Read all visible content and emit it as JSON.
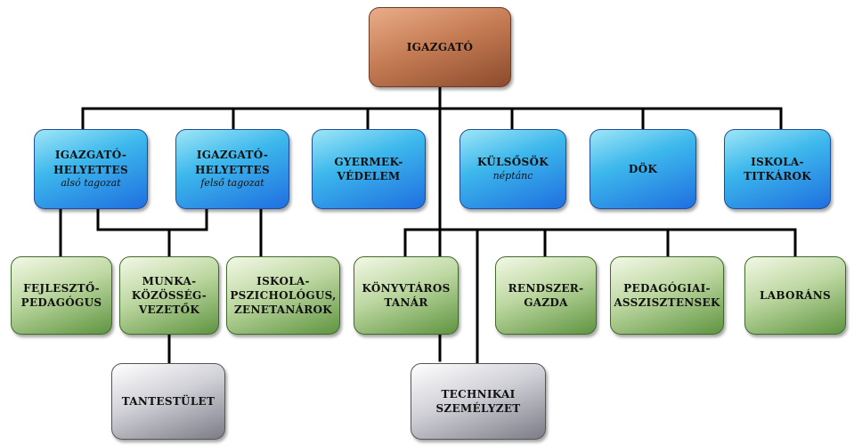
{
  "nodes": {
    "igazgato": {
      "lines": [
        "IGAZGATÓ"
      ]
    },
    "helyettes_also": {
      "lines": [
        "IGAZGATÓ-",
        "HELYETTES"
      ],
      "sub": "alsó tagozat"
    },
    "helyettes_felso": {
      "lines": [
        "IGAZGATÓ-",
        "HELYETTES"
      ],
      "sub": "felső tagozat"
    },
    "gyermekvedelem": {
      "lines": [
        "GYERMEK-",
        "VÉDELEM"
      ]
    },
    "kulsosok": {
      "lines": [
        "KÜLSŐSÖK"
      ],
      "sub": "néptánc"
    },
    "dok": {
      "lines": [
        "DÖK"
      ]
    },
    "iskolatitkarok": {
      "lines": [
        "ISKOLA-",
        "TITKÁROK"
      ]
    },
    "fejleszto": {
      "lines": [
        "FEJLESZTŐ-",
        "PEDAGÓGUS"
      ]
    },
    "munkakozosseg": {
      "lines": [
        "MUNKA-",
        "KÖZÖSSÉG-",
        "VEZETŐK"
      ]
    },
    "pszichologus": {
      "lines": [
        "ISKOLA-",
        "PSZICHOLÓGUS,",
        "ZENETANÁROK"
      ]
    },
    "konyvtaros": {
      "lines": [
        "KÖNYVTÁROS",
        "TANÁR"
      ]
    },
    "rendszergazda": {
      "lines": [
        "RENDSZER-",
        "GAZDA"
      ]
    },
    "pedasszisztens": {
      "lines": [
        "PEDAGÓGIAI-",
        "ASSZISZTENSEK"
      ]
    },
    "laborans": {
      "lines": [
        "LABORÁNS"
      ]
    },
    "tantestulet": {
      "lines": [
        "TANTESTÜLET"
      ]
    },
    "technikai": {
      "lines": [
        "TECHNIKAI",
        "SZEMÉLYZET"
      ]
    }
  },
  "colors": {
    "connector": "#000000",
    "director": "#b5693f",
    "deputy_row": "#2a8fe6",
    "staff_row": "#8db86a",
    "base_row": "#b8b8c2"
  }
}
